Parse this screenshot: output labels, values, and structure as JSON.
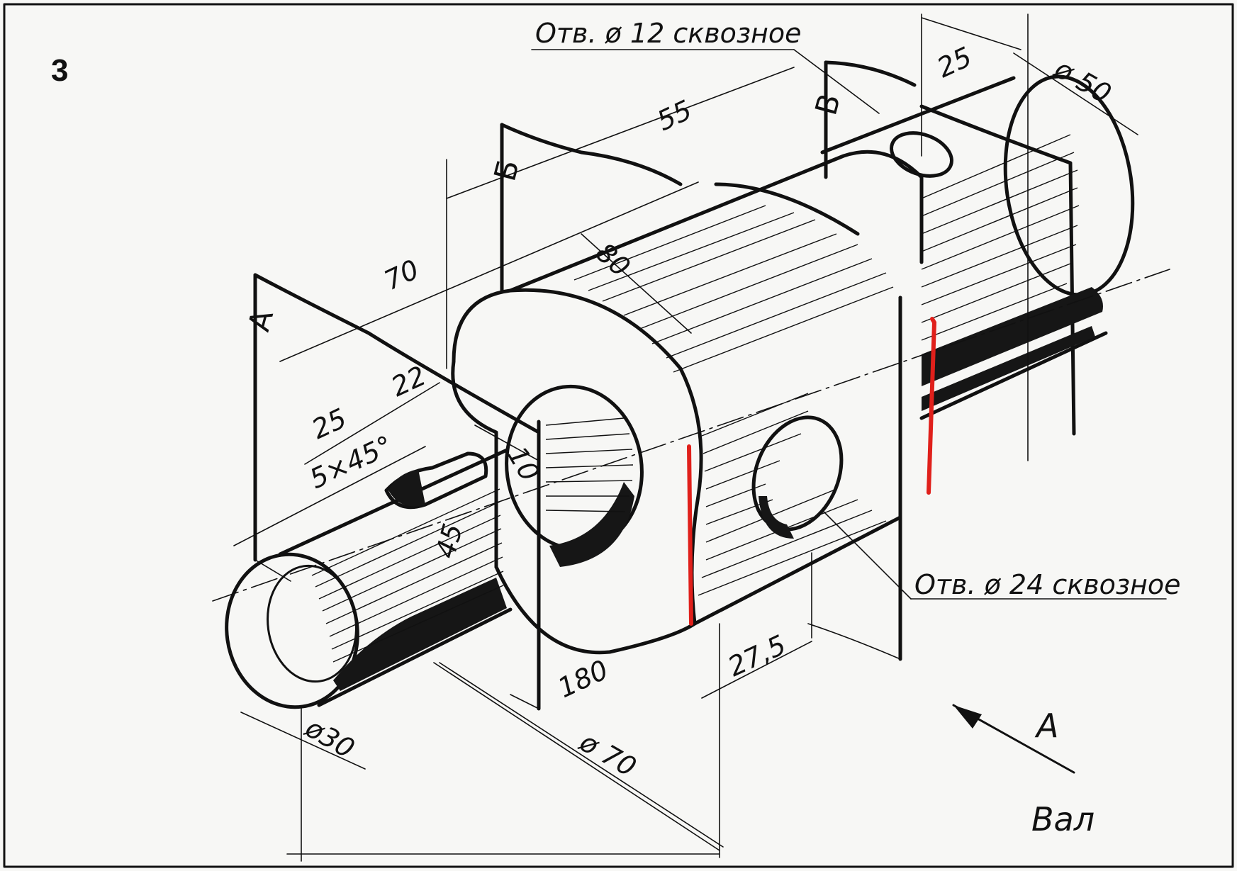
{
  "sheet": {
    "number": "3"
  },
  "title": "Вал",
  "view_arrow_label": "А",
  "section_labels": {
    "a": "А",
    "b": "Б",
    "v": "В"
  },
  "notes": {
    "hole12": "Отв. ø 12 сквозное",
    "hole24": "Отв. ø 24 сквозное"
  },
  "dims": {
    "d180": "180",
    "d70len": "70",
    "d55": "55",
    "d25a": "25",
    "d25b": "25",
    "d22": "22",
    "d10": "10",
    "d45": "45",
    "chamfer": "5×45°",
    "d80": "80",
    "d27_5": "27,5",
    "dia30": "ø30",
    "dia70": "ø 70",
    "dia50": "ø 50"
  },
  "colors": {
    "ink": "#111111",
    "highlight": "#e0201b",
    "paper": "#f7f7f5"
  }
}
